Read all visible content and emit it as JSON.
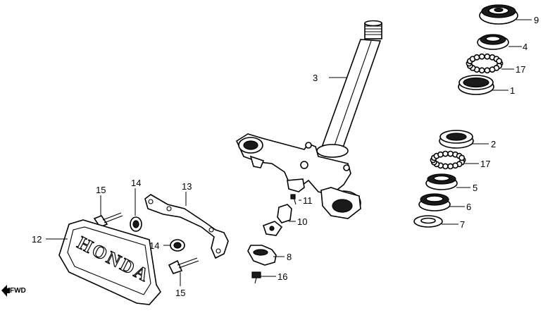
{
  "callouts": {
    "c1": "1",
    "c2": "2",
    "c3": "3",
    "c4": "4",
    "c5": "5",
    "c6": "6",
    "c7": "7",
    "c8": "8",
    "c9": "9",
    "c10": "10",
    "c11": "11",
    "c12": "12",
    "c13": "13",
    "c14a": "14",
    "c14b": "14",
    "c15a": "15",
    "c15b": "15",
    "c16": "16",
    "c17a": "17",
    "c17b": "17"
  },
  "emblem_text": "HONDA",
  "direction_label": "FWD"
}
